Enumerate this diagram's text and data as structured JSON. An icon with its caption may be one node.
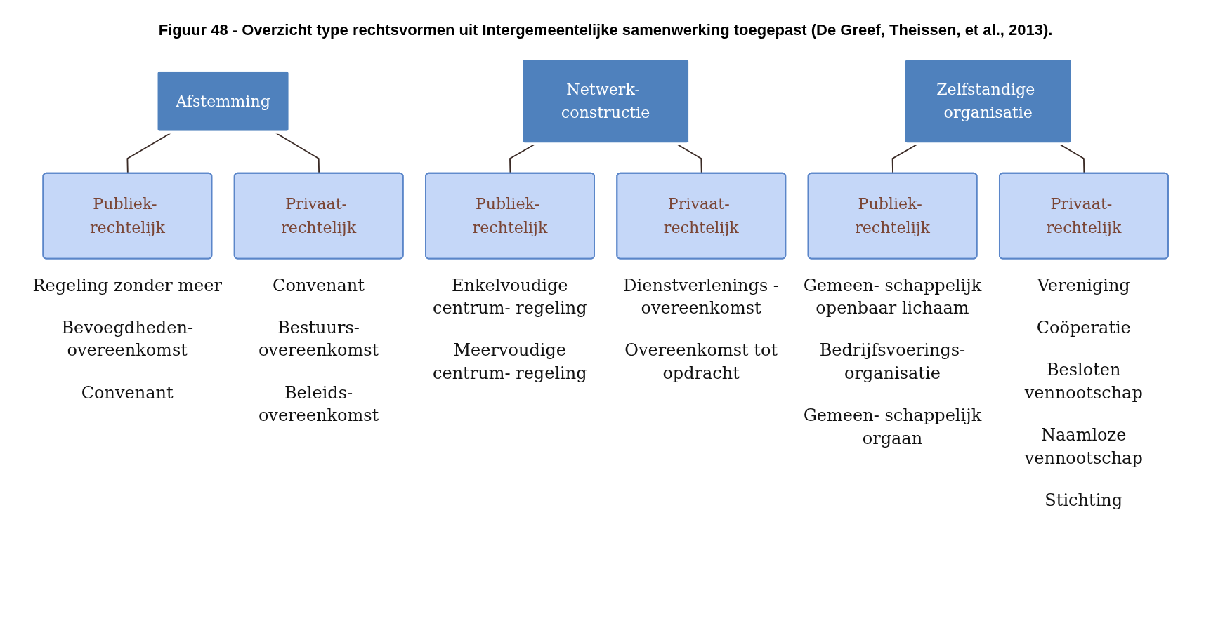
{
  "diagram": {
    "title": "Figuur 48 - Overzicht type rechtsvormen uit Intergemeentelijke samenwerking toegepast (De Greef, Theissen, et al., 2013).",
    "nodes": [
      {
        "text": [
          "Afstemming"
        ]
      },
      {
        "text": [
          "Netwerk- constructie"
        ]
      },
      {
        "text": [
          "Zelfstandige organisatie"
        ]
      },
      {
        "text": [
          "Publiek- rechtelijk"
        ],
        "beside": [
          "Regeling zonder meer",
          "Bevoegdheden- overeenkomst",
          "Convenant"
        ]
      },
      {
        "text": [
          "Privaat- rechtelijk"
        ],
        "beside": [
          "Convenant",
          "Bestuurs- overeenkomst",
          "Beleids- overeenkomst"
        ]
      },
      {
        "text": [
          "Publiek- rechtelijk"
        ],
        "beside": [
          "Enkelvoudige centrum- regeling",
          "Meervoudige centrum- regeling"
        ]
      },
      {
        "text": [
          "Privaat- rechtelijk"
        ],
        "beside": [
          "Dienstverlenings -overeenkomst",
          "Overeenkomst tot opdracht"
        ]
      },
      {
        "text": [
          "Publiek- rechtelijk"
        ],
        "beside": [
          "Gemeen- schappelijk openbaar lichaam",
          "Bedrijfsvoerings- organisatie",
          "Gemeen- schappelijk orgaan"
        ]
      },
      {
        "text": [
          "Privaat- rechtelijk"
        ],
        "beside": [
          "Vereniging",
          "Coöperatie",
          "Besloten vennootschap",
          "Naamloze vennootschap",
          "Stichting"
        ]
      }
    ],
    "edges": [
      {
        "from": 0,
        "to": 3,
        "arrow": "none"
      },
      {
        "from": 0,
        "to": 4,
        "arrow": "none"
      },
      {
        "from": 1,
        "to": 5,
        "arrow": "none"
      },
      {
        "from": 1,
        "to": 6,
        "arrow": "none"
      },
      {
        "from": 2,
        "to": 7,
        "arrow": "none"
      },
      {
        "from": 2,
        "to": 8,
        "arrow": "none"
      }
    ]
  }
}
